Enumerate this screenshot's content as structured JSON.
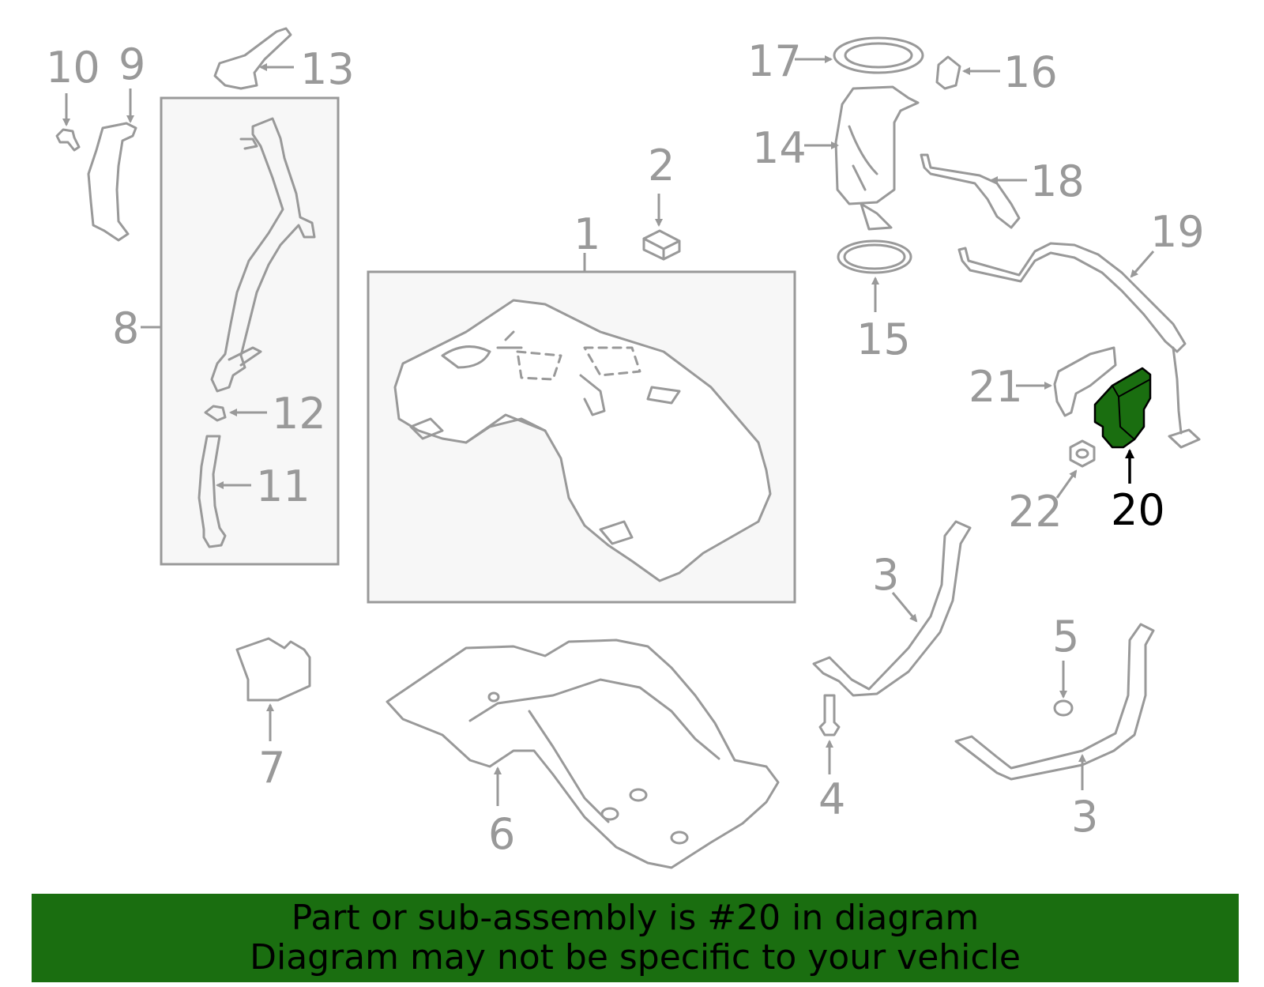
{
  "diagram": {
    "highlight_color": "#1a6e10",
    "callouts": {
      "c1": "1",
      "c2": "2",
      "c3a": "3",
      "c3b": "3",
      "c4": "4",
      "c5": "5",
      "c6": "6",
      "c7": "7",
      "c8": "8",
      "c9": "9",
      "c10": "10",
      "c11": "11",
      "c12": "12",
      "c13": "13",
      "c14": "14",
      "c15": "15",
      "c16": "16",
      "c17": "17",
      "c18": "18",
      "c19": "19",
      "c20": "20",
      "c21": "21",
      "c22": "22"
    },
    "highlighted_part": "20"
  },
  "banner": {
    "line1": "Part or sub-assembly is #20 in diagram",
    "line2": "Diagram may not be specific to your vehicle",
    "background": "#1a6e10"
  }
}
